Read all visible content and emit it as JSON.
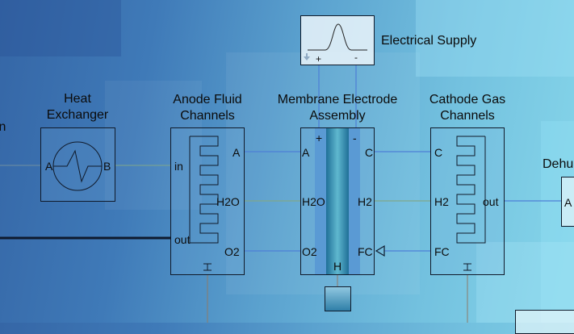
{
  "labels": {
    "electrical_supply": "Electrical Supply",
    "heat_exchanger": "Heat\nExchanger",
    "anode": "Anode Fluid\nChannels",
    "mea": "Membrane Electrode\nAssembly",
    "cathode": "Cathode Gas\nChannels",
    "dehumidifier_partial": "Dehu",
    "left_partial": "n"
  },
  "ports": {
    "hx_a": "A",
    "hx_b": "B",
    "anode_in": "in",
    "anode_out": "out",
    "anode_a": "A",
    "anode_h2o": "H2O",
    "anode_o2": "O2",
    "mea_a": "A",
    "mea_h2o": "H2O",
    "mea_o2": "O2",
    "mea_c": "C",
    "mea_h2": "H2",
    "mea_fc": "FC",
    "mea_plus": "+",
    "mea_minus": "-",
    "mea_h": "H",
    "cath_c": "C",
    "cath_h2": "H2",
    "cath_fc": "FC",
    "cath_out": "out",
    "supply_plus": "+",
    "supply_minus": "-",
    "dehu_a": "A"
  },
  "colors": {
    "wire_blue": "#4d7fd6",
    "wire_green": "#7fa78a",
    "wire_dark": "#0e1a2e",
    "thermal": "#8c7a6a"
  }
}
